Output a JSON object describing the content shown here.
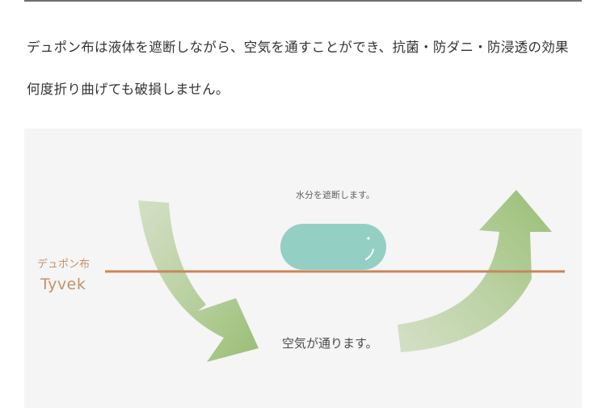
{
  "description": {
    "line1": "デュポン布は液体を遮断しながら、空気を通すことができ、抗菌・防ダニ・防浸透の効果",
    "line2": "何度折り曲げても破損しません。"
  },
  "diagram": {
    "water_label": "水分を遮断します。",
    "air_label": "空気が通ります。",
    "material_name_ja": "デュポン布",
    "material_name_en": "Tyvek",
    "colors": {
      "background": "#f5f5f5",
      "arrow_green": "#9cbf78",
      "membrane_line": "#c8875a",
      "droplet": "#94cfc4",
      "material_label": "#c2916a"
    }
  }
}
